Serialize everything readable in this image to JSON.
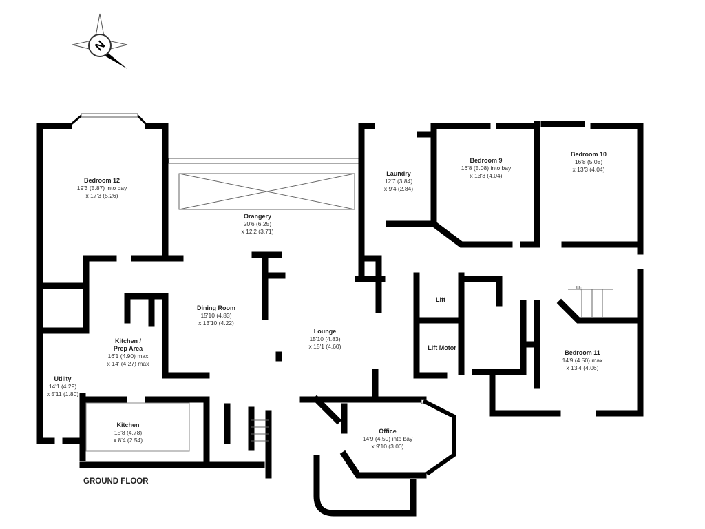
{
  "floor_label": "GROUND FLOOR",
  "compass": {
    "label": "N"
  },
  "stairs_label": "Up",
  "rooms": [
    {
      "name": "Bedroom 12",
      "dim1": "19'3 (5.87) into bay",
      "dim2": "x 17'3 (5.26)"
    },
    {
      "name": "Orangery",
      "dim1": "20'6 (6.25)",
      "dim2": "x 12'2 (3.71)"
    },
    {
      "name": "Laundry",
      "dim1": "12'7 (3.84)",
      "dim2": "x 9'4 (2.84)"
    },
    {
      "name": "Bedroom 9",
      "dim1": "16'8 (5.08) into bay",
      "dim2": "x 13'3 (4.04)"
    },
    {
      "name": "Bedroom 10",
      "dim1": "16'8 (5.08)",
      "dim2": "x 13'3 (4.04)"
    },
    {
      "name": "Dining Room",
      "dim1": "15'10 (4.83)",
      "dim2": "x 13'10 (4.22)"
    },
    {
      "name": "Lounge",
      "dim1": "15'10 (4.83)",
      "dim2": "x 15'1 (4.60)"
    },
    {
      "name": "Kitchen / Prep Area",
      "name2": "Prep Area",
      "name1": "Kitchen  /",
      "dim1": "16'1 (4.90) max",
      "dim2": "x 14' (4.27) max"
    },
    {
      "name": "Utility",
      "dim1": "14'1 (4.29)",
      "dim2": "x 5'11 (1.80)"
    },
    {
      "name": "Kitchen",
      "dim1": "15'8 (4.78)",
      "dim2": "x 8'4 (2.54)"
    },
    {
      "name": "Office",
      "dim1": "14'9 (4.50) into bay",
      "dim2": "x 9'10 (3.00)"
    },
    {
      "name": "Bedroom 11",
      "dim1": "14'9 (4.50) max",
      "dim2": "x 13'4 (4.06)"
    },
    {
      "name": "Lift"
    },
    {
      "name": "Lift Motor"
    }
  ]
}
